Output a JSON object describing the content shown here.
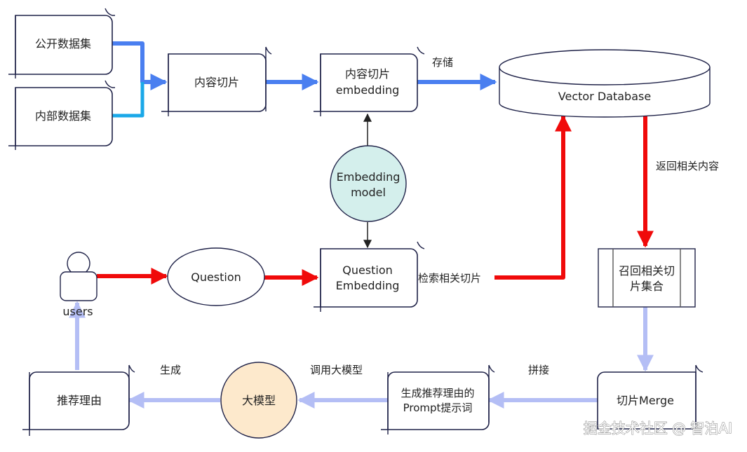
{
  "nodes": {
    "public_dataset": "公开数据集",
    "internal_dataset": "内部数据集",
    "content_chunk": "内容切片",
    "chunk_embedding_line1": "内容切片",
    "chunk_embedding_line2": "embedding",
    "vector_db": "Vector Database",
    "embedding_model_line1": "Embedding",
    "embedding_model_line2": "model",
    "user": "users",
    "question": "Question",
    "question_embedding_line1": "Question",
    "question_embedding_line2": "Embedding",
    "recall_set_line1": "召回相关切",
    "recall_set_line2": "片集合",
    "chunk_merge": "切片Merge",
    "prompt_line1": "生成推荐理由的",
    "prompt_line2": "Prompt提示词",
    "llm": "大模型",
    "reason": "推荐理由"
  },
  "edges": {
    "store": "存储",
    "return_related": "返回相关内容",
    "search_chunks": "检索相关切片",
    "concat": "拼接",
    "call_llm": "调用大模型",
    "generate": "生成"
  },
  "colors": {
    "blue": "#4a7ff0",
    "cyan": "#1aa8e8",
    "red": "#f00a0a",
    "lavender": "#b4bef5",
    "model_fill": "#d4efec",
    "llm_fill": "#fde9cc",
    "stroke": "#1f2248"
  },
  "watermark": "掘金技术社区 @ 智泊AI"
}
